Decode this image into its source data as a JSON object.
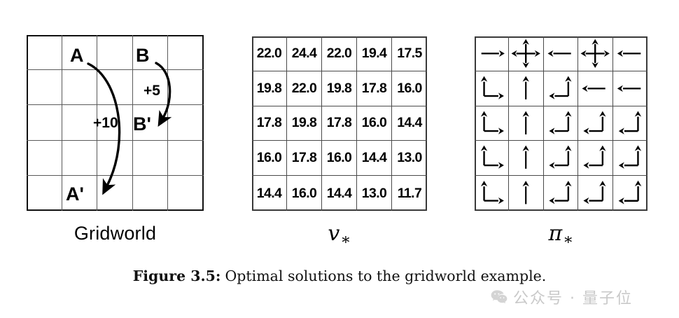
{
  "figure": {
    "caption_label": "Figure 3.5:",
    "caption_text": "Optimal solutions to the gridworld example."
  },
  "panels": {
    "gridworld": {
      "caption": "Gridworld",
      "rows": 5,
      "cols": 5,
      "cell_labels": [
        {
          "name": "A",
          "text": "A",
          "row": 1,
          "col": 2
        },
        {
          "name": "B",
          "text": "B",
          "row": 1,
          "col": 4
        },
        {
          "name": "B-prime",
          "text": "B'",
          "row": 3,
          "col": 4
        },
        {
          "name": "A-prime",
          "text": "A'",
          "row": 5,
          "col": 2
        }
      ],
      "rewards": [
        {
          "name": "reward-a",
          "text": "+10"
        },
        {
          "name": "reward-b",
          "text": "+5"
        }
      ]
    },
    "values": {
      "caption_symbol": "v",
      "caption_subscript": "∗",
      "rows": 5,
      "cols": 5,
      "values": [
        [
          "22.0",
          "24.4",
          "22.0",
          "19.4",
          "17.5"
        ],
        [
          "19.8",
          "22.0",
          "19.8",
          "17.8",
          "16.0"
        ],
        [
          "17.8",
          "19.8",
          "17.8",
          "16.0",
          "14.4"
        ],
        [
          "16.0",
          "17.8",
          "16.0",
          "14.4",
          "13.0"
        ],
        [
          "14.4",
          "16.0",
          "14.4",
          "13.0",
          "11.7"
        ]
      ]
    },
    "policy": {
      "caption_symbol": "π",
      "caption_subscript": "∗",
      "rows": 5,
      "cols": 5,
      "actions": [
        [
          [
            "right"
          ],
          [
            "up",
            "down",
            "left",
            "right"
          ],
          [
            "left"
          ],
          [
            "up",
            "down",
            "left",
            "right"
          ],
          [
            "left"
          ]
        ],
        [
          [
            "up",
            "right"
          ],
          [
            "up"
          ],
          [
            "up",
            "left"
          ],
          [
            "left"
          ],
          [
            "left"
          ]
        ],
        [
          [
            "up",
            "right"
          ],
          [
            "up"
          ],
          [
            "up",
            "left"
          ],
          [
            "up",
            "left"
          ],
          [
            "up",
            "left"
          ]
        ],
        [
          [
            "up",
            "right"
          ],
          [
            "up"
          ],
          [
            "up",
            "left"
          ],
          [
            "up",
            "left"
          ],
          [
            "up",
            "left"
          ]
        ],
        [
          [
            "up",
            "right"
          ],
          [
            "up"
          ],
          [
            "up",
            "left"
          ],
          [
            "up",
            "left"
          ],
          [
            "up",
            "left"
          ]
        ]
      ]
    }
  },
  "watermark": {
    "icon": "wechat-icon",
    "text": "公众号 · 量子位",
    "color": "#c9c9c9"
  },
  "chart_data": {
    "type": "table",
    "title": "Optimal solutions to the gridworld example",
    "panels": [
      {
        "name": "Gridworld",
        "type": "diagram",
        "grid": [
          5,
          5
        ],
        "special_states": [
          {
            "state": "A",
            "cell": [
              1,
              2
            ],
            "to": "A'",
            "to_cell": [
              5,
              2
            ],
            "reward": 10
          },
          {
            "state": "B",
            "cell": [
              1,
              4
            ],
            "to": "B'",
            "to_cell": [
              3,
              4
            ],
            "reward": 5
          }
        ]
      },
      {
        "name": "v*",
        "type": "heatmap",
        "values": [
          [
            22.0,
            24.4,
            22.0,
            19.4,
            17.5
          ],
          [
            19.8,
            22.0,
            19.8,
            17.8,
            16.0
          ],
          [
            17.8,
            19.8,
            17.8,
            16.0,
            14.4
          ],
          [
            16.0,
            17.8,
            16.0,
            14.4,
            13.0
          ],
          [
            14.4,
            16.0,
            14.4,
            13.0,
            11.7
          ]
        ]
      },
      {
        "name": "pi*",
        "type": "policy-grid",
        "actions": [
          [
            "right",
            "up/down/left/right",
            "left",
            "up/down/left/right",
            "left"
          ],
          [
            "up/right",
            "up",
            "up/left",
            "left",
            "left"
          ],
          [
            "up/right",
            "up",
            "up/left",
            "up/left",
            "up/left"
          ],
          [
            "up/right",
            "up",
            "up/left",
            "up/left",
            "up/left"
          ],
          [
            "up/right",
            "up",
            "up/left",
            "up/left",
            "up/left"
          ]
        ]
      }
    ]
  }
}
